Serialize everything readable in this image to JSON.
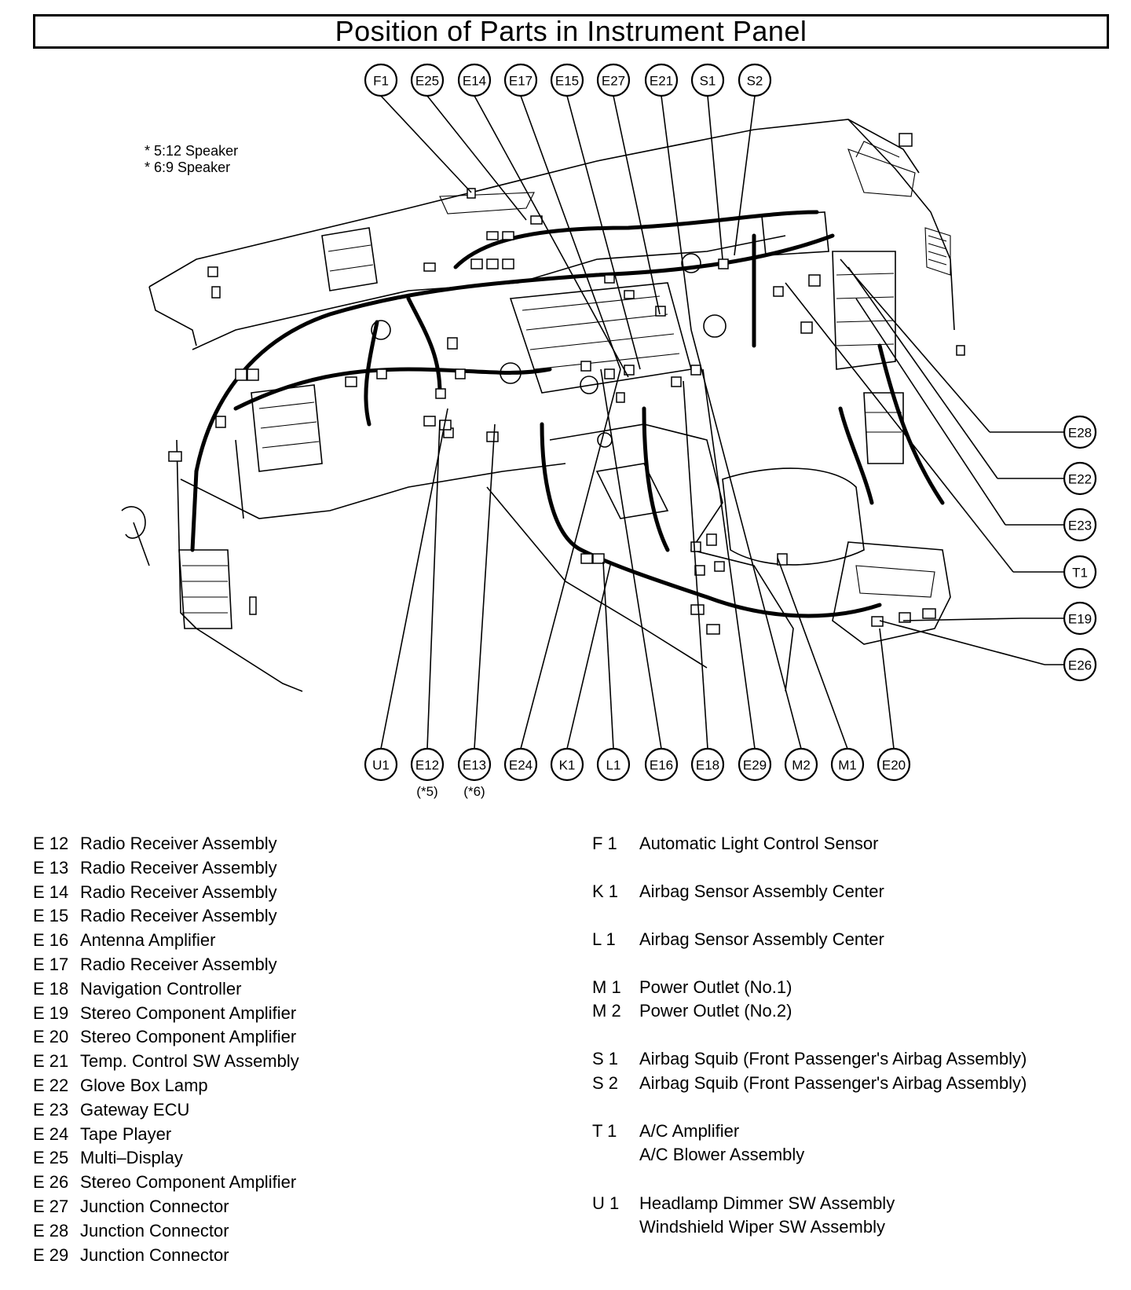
{
  "title": "Position of Parts in Instrument Panel",
  "notes": [
    "* 5:12 Speaker",
    "* 6:9 Speaker"
  ],
  "callouts_top": [
    "F1",
    "E25",
    "E14",
    "E17",
    "E15",
    "E27",
    "E21",
    "S1",
    "S2"
  ],
  "callouts_right": [
    "E28",
    "E22",
    "E23",
    "T1",
    "E19",
    "E26"
  ],
  "callouts_bottom": [
    "U1",
    "E12",
    "E13",
    "E24",
    "K1",
    "L1",
    "E16",
    "E18",
    "E29",
    "M2",
    "M1",
    "E20"
  ],
  "callout_subs": {
    "E12": "(*5)",
    "E13": "(*6)"
  },
  "legend_left": [
    {
      "code": "E 12",
      "desc": "Radio Receiver Assembly"
    },
    {
      "code": "E 13",
      "desc": "Radio Receiver Assembly"
    },
    {
      "code": "E 14",
      "desc": "Radio Receiver Assembly"
    },
    {
      "code": "E 15",
      "desc": "Radio Receiver Assembly"
    },
    {
      "code": "E 16",
      "desc": "Antenna Amplifier"
    },
    {
      "code": "E 17",
      "desc": "Radio Receiver Assembly"
    },
    {
      "code": "E 18",
      "desc": "Navigation Controller"
    },
    {
      "code": "E 19",
      "desc": "Stereo Component Amplifier"
    },
    {
      "code": "E 20",
      "desc": "Stereo Component Amplifier"
    },
    {
      "code": "E 21",
      "desc": "Temp. Control SW Assembly"
    },
    {
      "code": "E 22",
      "desc": "Glove Box Lamp"
    },
    {
      "code": "E 23",
      "desc": "Gateway ECU"
    },
    {
      "code": "E 24",
      "desc": "Tape Player"
    },
    {
      "code": "E 25",
      "desc": "Multi–Display"
    },
    {
      "code": "E 26",
      "desc": "Stereo Component Amplifier"
    },
    {
      "code": "E 27",
      "desc": "Junction Connector"
    },
    {
      "code": "E 28",
      "desc": "Junction Connector"
    },
    {
      "code": "E 29",
      "desc": "Junction Connector"
    }
  ],
  "legend_right": [
    {
      "code": "F 1",
      "desc": "Automatic Light Control Sensor"
    },
    {
      "code": "K 1",
      "desc": "Airbag Sensor Assembly Center"
    },
    {
      "code": "L 1",
      "desc": "Airbag Sensor Assembly Center"
    },
    {
      "code": "M 1",
      "desc": "Power Outlet (No.1)"
    },
    {
      "code": "M 2",
      "desc": "Power Outlet (No.2)"
    },
    {
      "code": "S 1",
      "desc": "Airbag Squib (Front Passenger's Airbag Assembly)"
    },
    {
      "code": "S 2",
      "desc": "Airbag Squib (Front Passenger's Airbag Assembly)"
    },
    {
      "code": "T 1",
      "desc": "A/C Amplifier"
    },
    {
      "code": "",
      "desc": "A/C Blower Assembly"
    },
    {
      "code": "U 1",
      "desc": "Headlamp Dimmer SW Assembly"
    },
    {
      "code": "",
      "desc": "Windshield Wiper SW Assembly"
    }
  ]
}
